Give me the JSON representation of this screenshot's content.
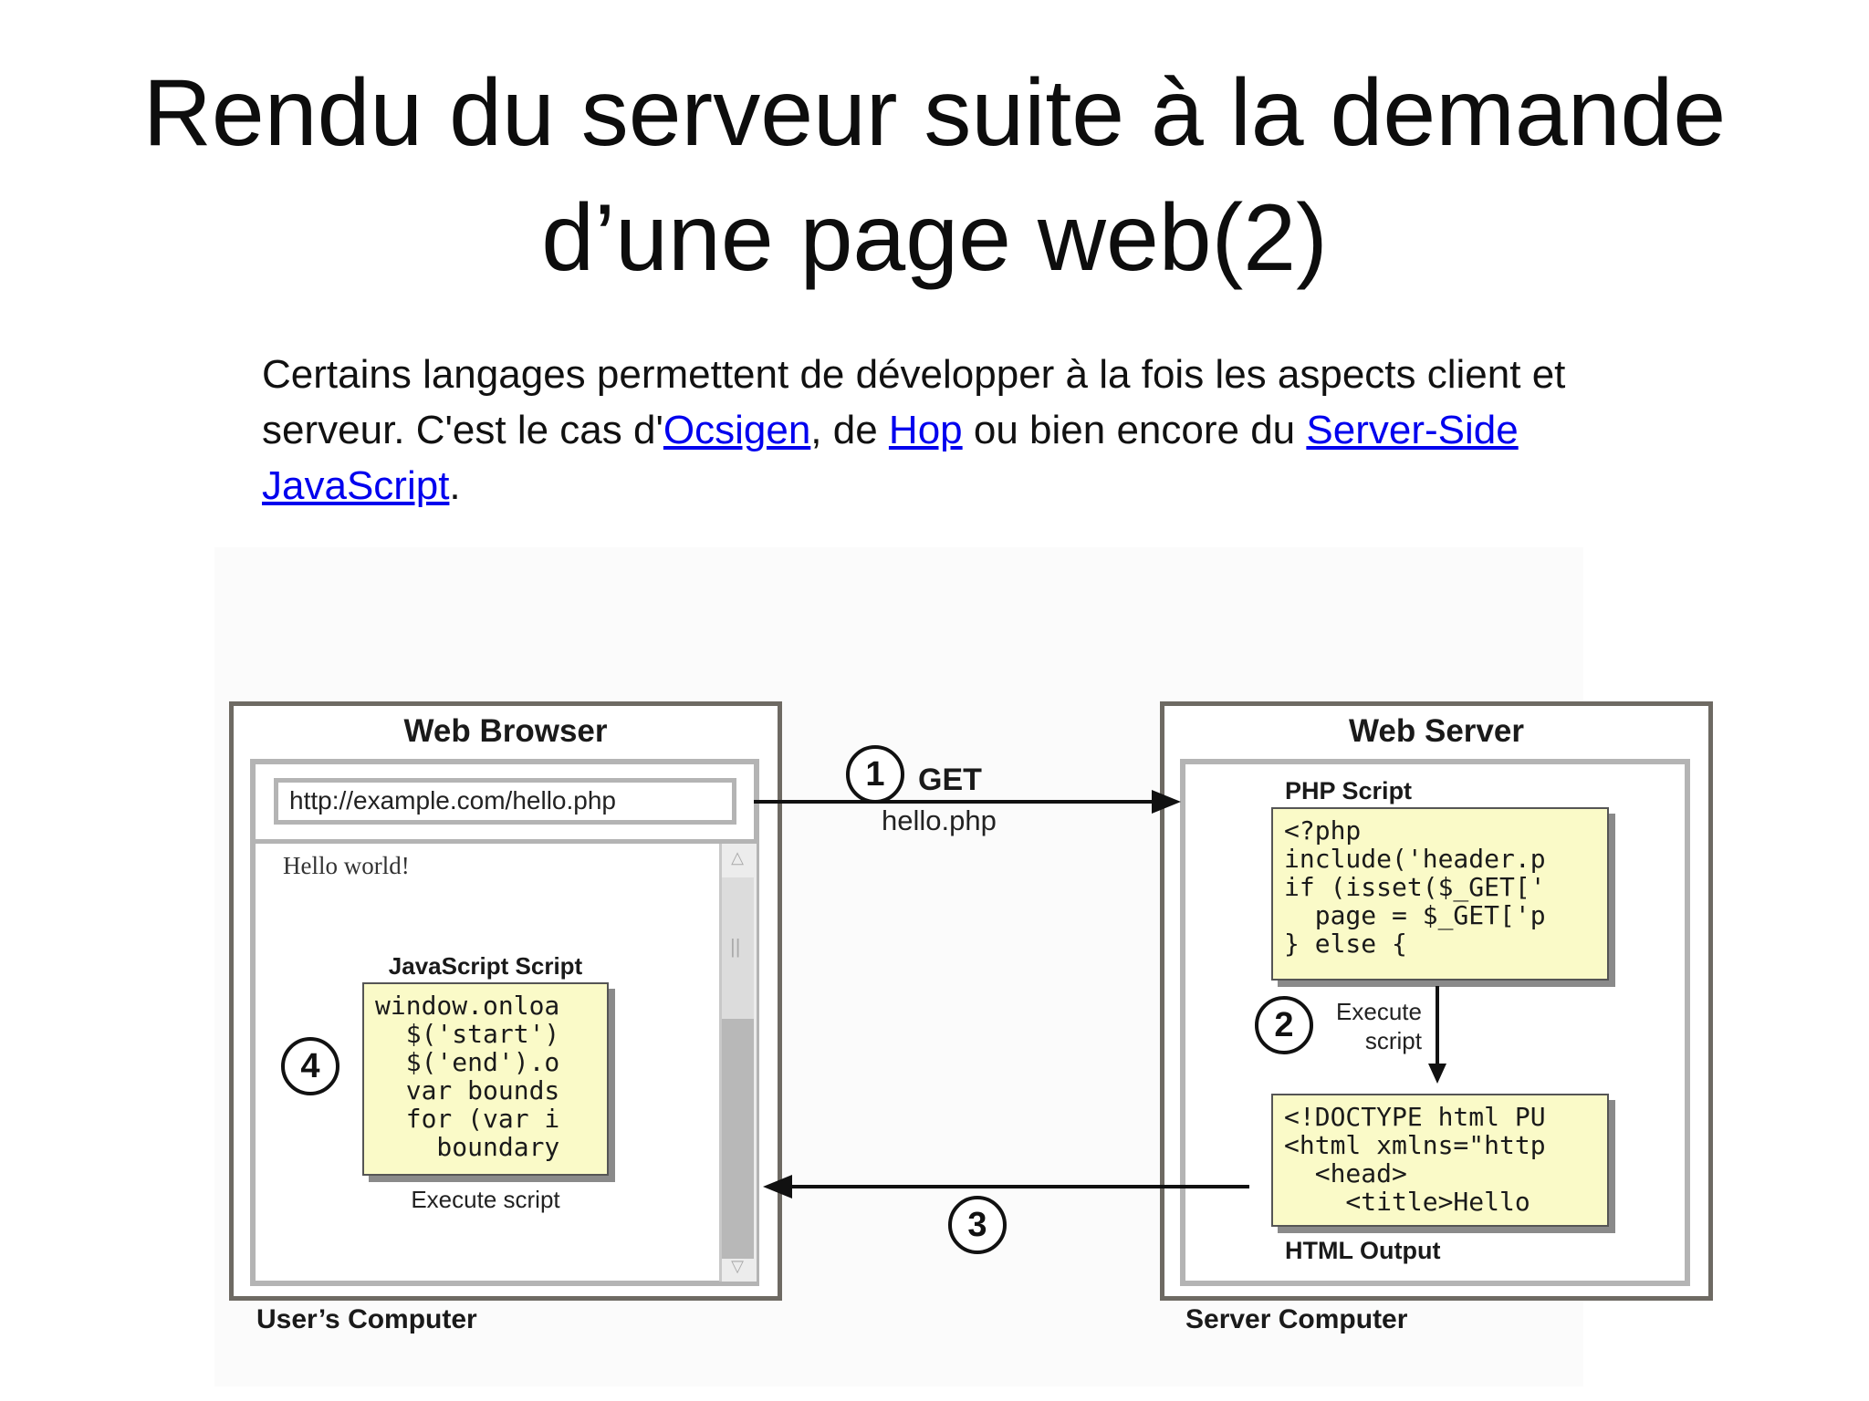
{
  "slide": {
    "title_line1": "Rendu du serveur suite à la demande",
    "title_line2": "d’une page web(2)",
    "body": {
      "part1": "Certains langages permettent de développer à la fois les aspects client et serveur. C'est le cas d'",
      "link1": "Ocsigen",
      "part2": ", de ",
      "link2": "Hop",
      "part3": " ou bien encore du ",
      "link3": "Server-Side JavaScript",
      "part4": "."
    }
  },
  "diagram": {
    "browser": {
      "title": "Web Browser",
      "url": "http://example.com/hello.php",
      "page_text": "Hello world!",
      "script_label": "JavaScript Script",
      "script_code": "window.onloa\n  $('start')\n  $('end').o\n  var bounds\n  for (var i\n    boundary",
      "execute_label": "Execute script",
      "step": "4",
      "computer_label": "User’s Computer"
    },
    "request": {
      "step": "1",
      "method": "GET",
      "file": "hello.php"
    },
    "response": {
      "step": "3"
    },
    "server": {
      "title": "Web Server",
      "php_label": "PHP Script",
      "php_code": "<?php\ninclude('header.p\nif (isset($_GET['\n  page = $_GET['p\n} else {",
      "step": "2",
      "execute_line1": "Execute",
      "execute_line2": "script",
      "html_code": "<!DOCTYPE html PU\n<html xmlns=\"http\n  <head>\n    <title>Hello",
      "html_label": "HTML Output",
      "computer_label": "Server Computer"
    }
  }
}
